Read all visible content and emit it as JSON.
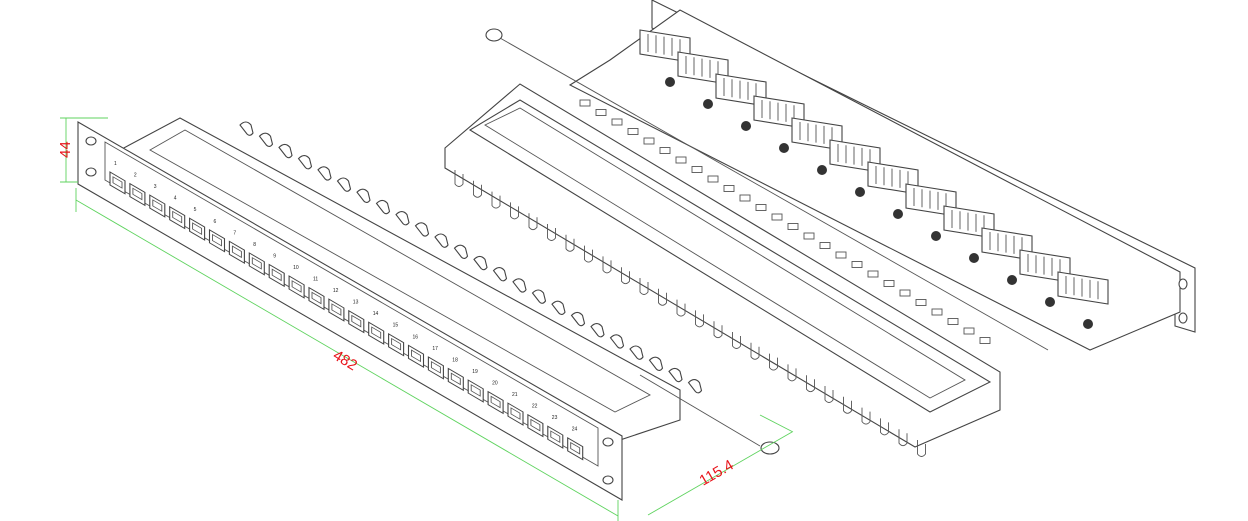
{
  "dimensions": {
    "height": "44",
    "width": "482",
    "depth": "115.4"
  },
  "ports": [
    "1",
    "2",
    "3",
    "4",
    "5",
    "6",
    "7",
    "8",
    "9",
    "10",
    "11",
    "12",
    "13",
    "14",
    "15",
    "16",
    "17",
    "18",
    "19",
    "20",
    "21",
    "22",
    "23",
    "24"
  ],
  "colors": {
    "dimension_line": "#5fd35f",
    "dimension_text": "#e8141b",
    "outline": "#444444"
  }
}
